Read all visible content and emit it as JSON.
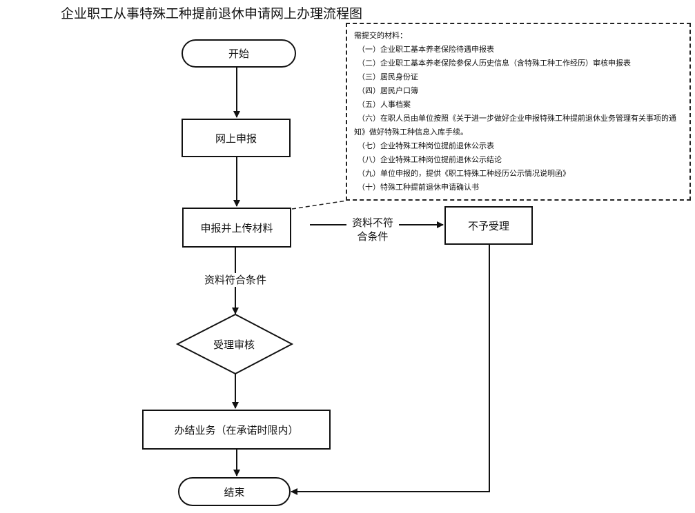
{
  "title": "企业职工从事特殊工种提前退休申请网上办理流程图",
  "nodes": {
    "start": "开始",
    "online_apply": "网上申报",
    "upload": "申报并上传材料",
    "reject": "不予受理",
    "review": "受理审核",
    "complete": "办结业务（在承诺时限内）",
    "end": "结束"
  },
  "edges": {
    "not_meet_line1": "资料不符",
    "not_meet_line2": "合条件",
    "meet": "资料符合条件"
  },
  "materials": {
    "heading": "需提交的材料：",
    "items": [
      "（一）企业职工基本养老保险待遇申报表",
      "（二）企业职工基本养老保险参保人历史信息（含特殊工种工作经历）审核申报表",
      "（三）居民身份证",
      "（四）居民户口簿",
      "（五）人事档案",
      "（六）在职人员由单位按照《关于进一步做好企业申报特殊工种提前退休业务管理有关事项的通知》做好特殊工种信息入库手续。",
      "（七）企业特殊工种岗位提前退休公示表",
      "（八）企业特殊工种岗位提前退休公示结论",
      "（九）单位申报的，提供《职工特殊工种经历公示情况说明函》",
      "（十）特殊工种提前退休申请确认书"
    ]
  }
}
